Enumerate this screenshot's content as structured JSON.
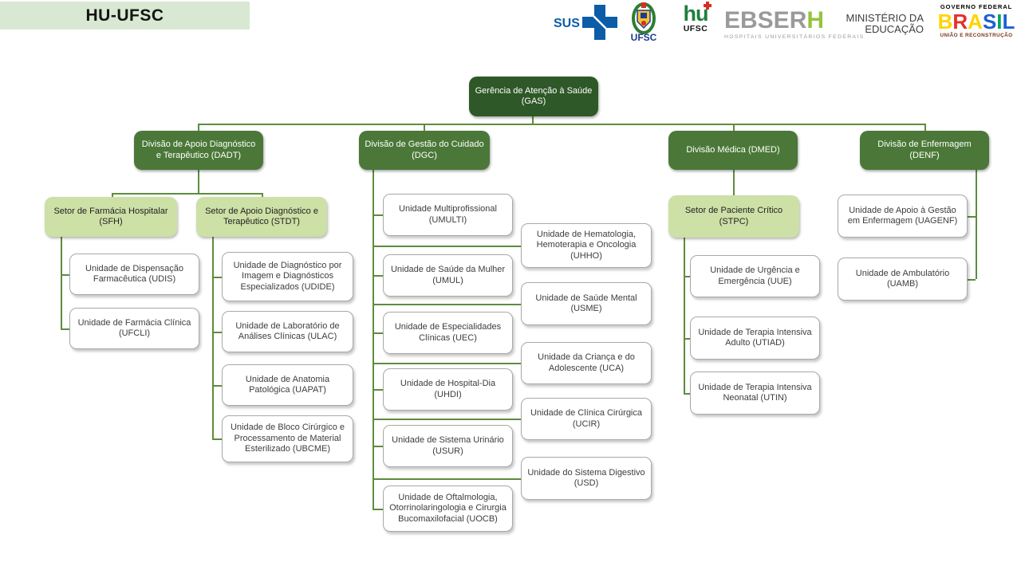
{
  "header": {
    "title": "HU-UFSC",
    "logos": {
      "sus": {
        "text": "SUS"
      },
      "ufsc": {
        "caption": "UFSC"
      },
      "hu": {
        "text": "hu",
        "caption": "UFSC"
      },
      "ebserh": {
        "gray": "EBSER",
        "green": "H",
        "subtitle": "HOSPITAIS UNIVERSITÁRIOS FEDERAIS"
      },
      "mec": {
        "line1": "MINISTÉRIO DA",
        "line2": "EDUCAÇÃO"
      },
      "gov": {
        "top": "GOVERNO FEDERAL",
        "letters": [
          "B",
          "R",
          "A",
          "S",
          "I",
          "L"
        ],
        "bottom": "UNIÃO E RECONSTRUÇÃO"
      }
    }
  },
  "chart": {
    "nodes": {
      "gas": "Gerência de Atenção à Saúde (GAS)",
      "dadt": "Divisão de Apoio Diagnóstico e Terapêutico (DADT)",
      "dgc": "Divisão de Gestão do Cuidado (DGC)",
      "dmed": "Divisão Médica (DMED)",
      "denf": "Divisão de Enfermagem (DENF)",
      "sfh": "Setor de Farmácia Hospitalar (SFH)",
      "stdt": "Setor de Apoio Diagnóstico e Terapêutico (STDT)",
      "stpc": "Setor de Paciente Crítico (STPC)",
      "udis": "Unidade de Dispensação Farmacêutica (UDIS)",
      "ufcli": "Unidade de Farmácia Clínica (UFCLI)",
      "udide": "Unidade de Diagnóstico por Imagem e Diagnósticos Especializados (UDIDE)",
      "ulac": "Unidade de Laboratório de Análises Clínicas (ULAC)",
      "uapat": "Unidade de Anatomia Patológica (UAPAT)",
      "ubcme": "Unidade de Bloco Cirúrgico e Processamento de Material Esterilizado (UBCME)",
      "umulti": "Unidade Multiprofissional (UMULTI)",
      "umul": "Unidade de Saúde da Mulher (UMUL)",
      "uec": "Unidade de Especialidades Clínicas (UEC)",
      "uhdi": "Unidade de Hospital-Dia (UHDI)",
      "usur": "Unidade de Sistema Urinário (USUR)",
      "uocb": "Unidade de Oftalmologia, Otorrinolaringologia e Cirurgia Bucomaxilofacial (UOCB)",
      "uhho": "Unidade de Hematologia, Hemoterapia e Oncologia (UHHO)",
      "usme": "Unidade de Saúde Mental (USME)",
      "uca": "Unidade da Criança e do Adolescente (UCA)",
      "ucir": "Unidade de Clínica Cirúrgica (UCIR)",
      "usd": "Unidade do Sistema Digestivo (USD)",
      "uue": "Unidade de Urgência e Emergência (UUE)",
      "utiad": "Unidade de Terapia Intensiva Adulto (UTIAD)",
      "utin": "Unidade de Terapia Intensiva Neonatal (UTIN)",
      "uagenf": "Unidade de Apoio à Gestão em Enfermagem (UAGENF)",
      "uamb": "Unidade de Ambulatório (UAMB)"
    },
    "hierarchy": {
      "gas": [
        "dadt",
        "dgc",
        "dmed",
        "denf"
      ],
      "dadt": [
        "sfh",
        "stdt"
      ],
      "sfh": [
        "udis",
        "ufcli"
      ],
      "stdt": [
        "udide",
        "ulac",
        "uapat",
        "ubcme"
      ],
      "dgc": [
        "umulti",
        "uhho",
        "umul",
        "usme",
        "uec",
        "uca",
        "uhdi",
        "ucir",
        "usur",
        "usd",
        "uocb"
      ],
      "dmed": [
        "stpc"
      ],
      "stpc": [
        "uue",
        "utiad",
        "utin"
      ],
      "denf": [
        "uagenf",
        "uamb"
      ]
    }
  },
  "colors": {
    "level1": "#2e5827",
    "level2": "#4b7838",
    "level3": "#cde0a6",
    "node_white": "#ffffff",
    "connector": "#5e8c3e",
    "header_bar": "#d9e8d2",
    "ebserh_green": "#97c33d",
    "sus_blue": "#0c5ca8"
  }
}
